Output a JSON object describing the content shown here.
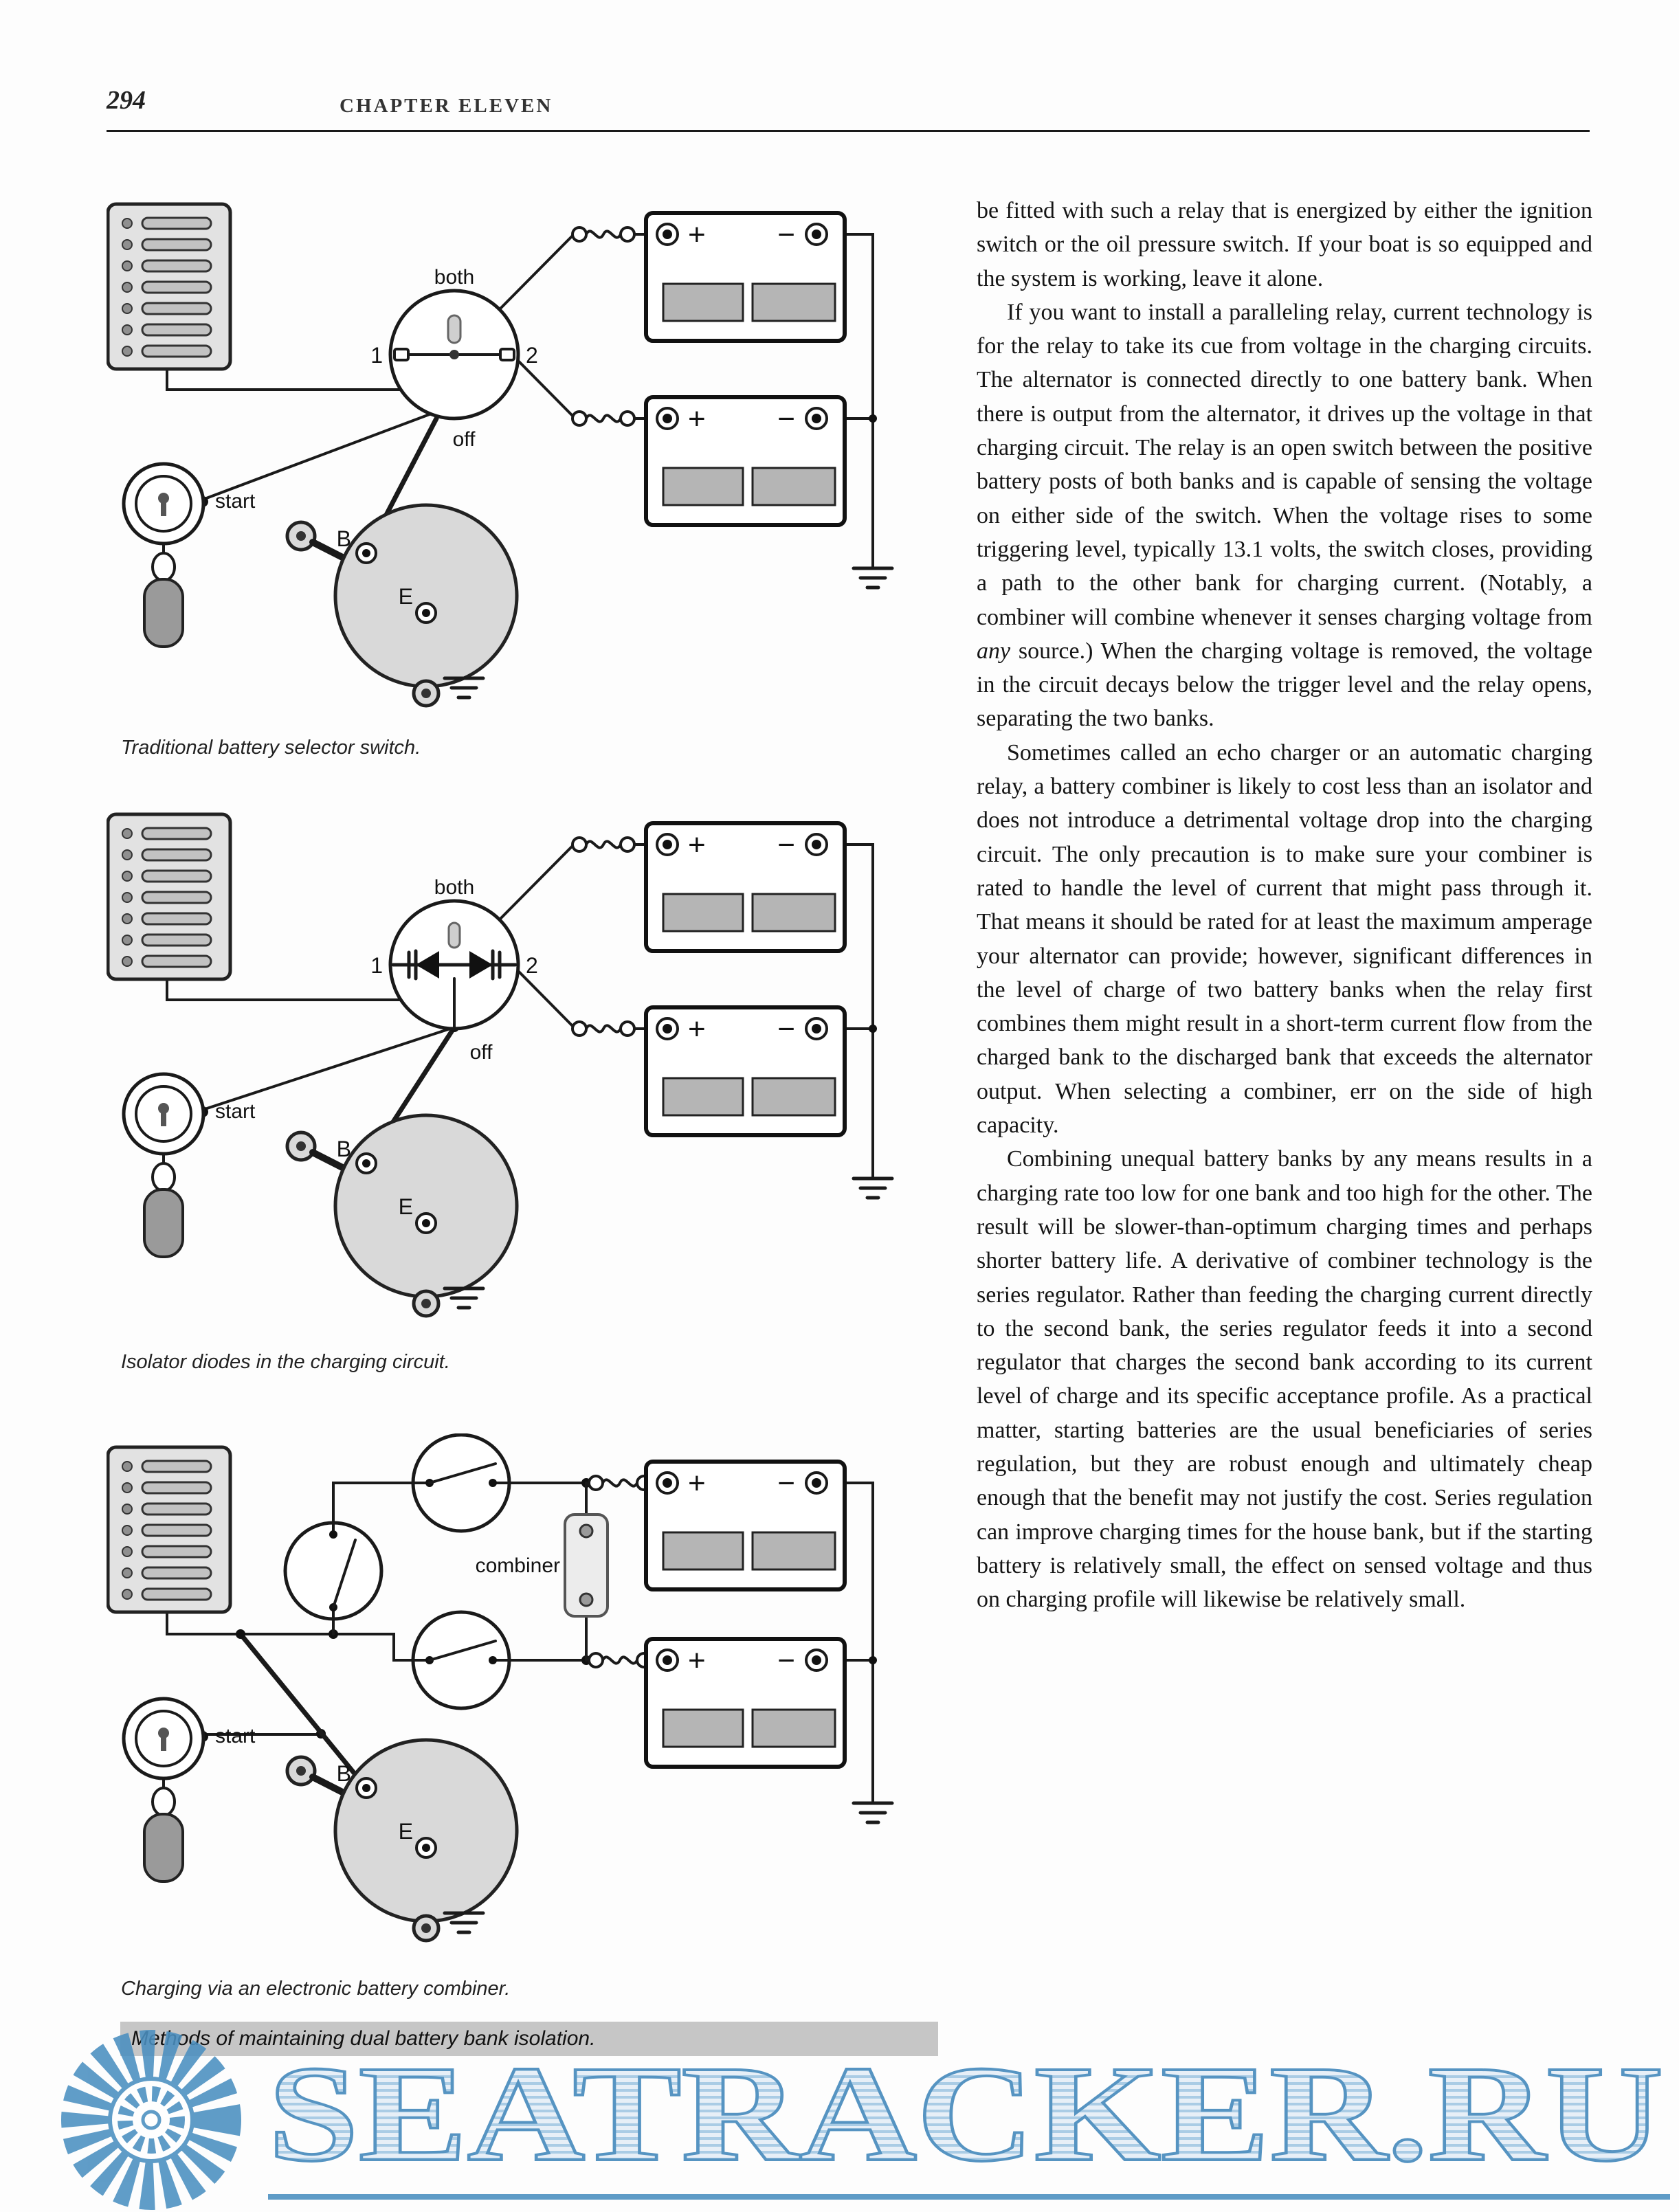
{
  "header": {
    "page_number": "294",
    "chapter": "CHAPTER ELEVEN"
  },
  "figures": [
    {
      "caption": "Traditional battery selector switch.",
      "labels": {
        "both": "both",
        "pos1": "1",
        "pos2": "2",
        "off": "off",
        "start": "start",
        "b": "B",
        "e": "E",
        "plus": "+",
        "minus": "−"
      }
    },
    {
      "caption": "Isolator diodes in the charging circuit.",
      "labels": {
        "both": "both",
        "pos1": "1",
        "pos2": "2",
        "off": "off",
        "start": "start",
        "b": "B",
        "e": "E",
        "plus": "+",
        "minus": "−"
      }
    },
    {
      "caption": "Charging via an electronic battery combiner.",
      "labels": {
        "combiner": "combiner",
        "start": "start",
        "b": "B",
        "e": "E",
        "plus": "+",
        "minus": "−"
      }
    }
  ],
  "figure_group_caption": "Methods of maintaining dual battery bank isolation.",
  "article": {
    "paragraphs": [
      {
        "indent": false,
        "segments": [
          {
            "text": "be fitted with such a relay that is energized by either the ignition switch or the oil pressure switch. If your boat is so equipped and the system is working, leave it alone.",
            "italic": false
          }
        ]
      },
      {
        "indent": true,
        "segments": [
          {
            "text": "If you want to install a paralleling relay, current technology is for the relay to take its cue from voltage in the charging circuits. The alternator is connected directly to one battery bank. When there is output from the alternator, it drives up the voltage in that charging circuit. The relay is an open switch between the positive battery posts of both banks and is capable of sensing the voltage on either side of the switch. When the voltage rises to some triggering level, typically 13.1 volts, the switch closes, providing a path to the other bank for charging current. (Notably, a combiner will combine whenever it senses charging voltage from ",
            "italic": false
          },
          {
            "text": "any",
            "italic": true
          },
          {
            "text": " source.) When the charging voltage is removed, the voltage in the circuit decays below the trigger level and the relay opens, separating the two banks.",
            "italic": false
          }
        ]
      },
      {
        "indent": true,
        "segments": [
          {
            "text": "Sometimes called an echo charger or an automatic charging relay, a battery combiner is likely to cost less than an isolator and does not introduce a detrimental voltage drop into the charging circuit. The only precaution is to make sure your combiner is rated to handle the level of current that might pass through it. That means it should be rated for at least the maximum amperage your alternator can provide; however, significant differences in the level of charge of two battery banks when the relay first combines them might result in a short-term current flow from the charged bank to the discharged bank that exceeds the alternator output. When selecting a combiner, err on the side of high capacity.",
            "italic": false
          }
        ]
      },
      {
        "indent": true,
        "segments": [
          {
            "text": "Combining unequal battery banks by any means results in a charging rate too low for one bank and too high for the other. The result will be slower-than-optimum charging times and perhaps shorter battery life. A derivative of combiner technology is the series regulator. Rather than feeding the charging current directly to the second bank, the series regulator feeds it into a second regulator that charges the second bank according to its current level of charge and its specific acceptance profile. As a practical matter, starting batteries are the usual beneficiaries of series regulation, but they are robust enough and ultimately cheap enough that the benefit may not justify the cost. Series regulation can improve charging times for the house bank, but if the starting battery is relatively small, the effect on sensed voltage and thus on charging profile will likewise be relatively small.",
            "italic": false
          }
        ]
      }
    ]
  },
  "watermark": {
    "text": "SEATRACKER.RU"
  },
  "colors": {
    "watermark_blue": "#4a8fc0",
    "caption_bar_gray": "#c6c6c6",
    "page_background": "#fdfdfd"
  }
}
